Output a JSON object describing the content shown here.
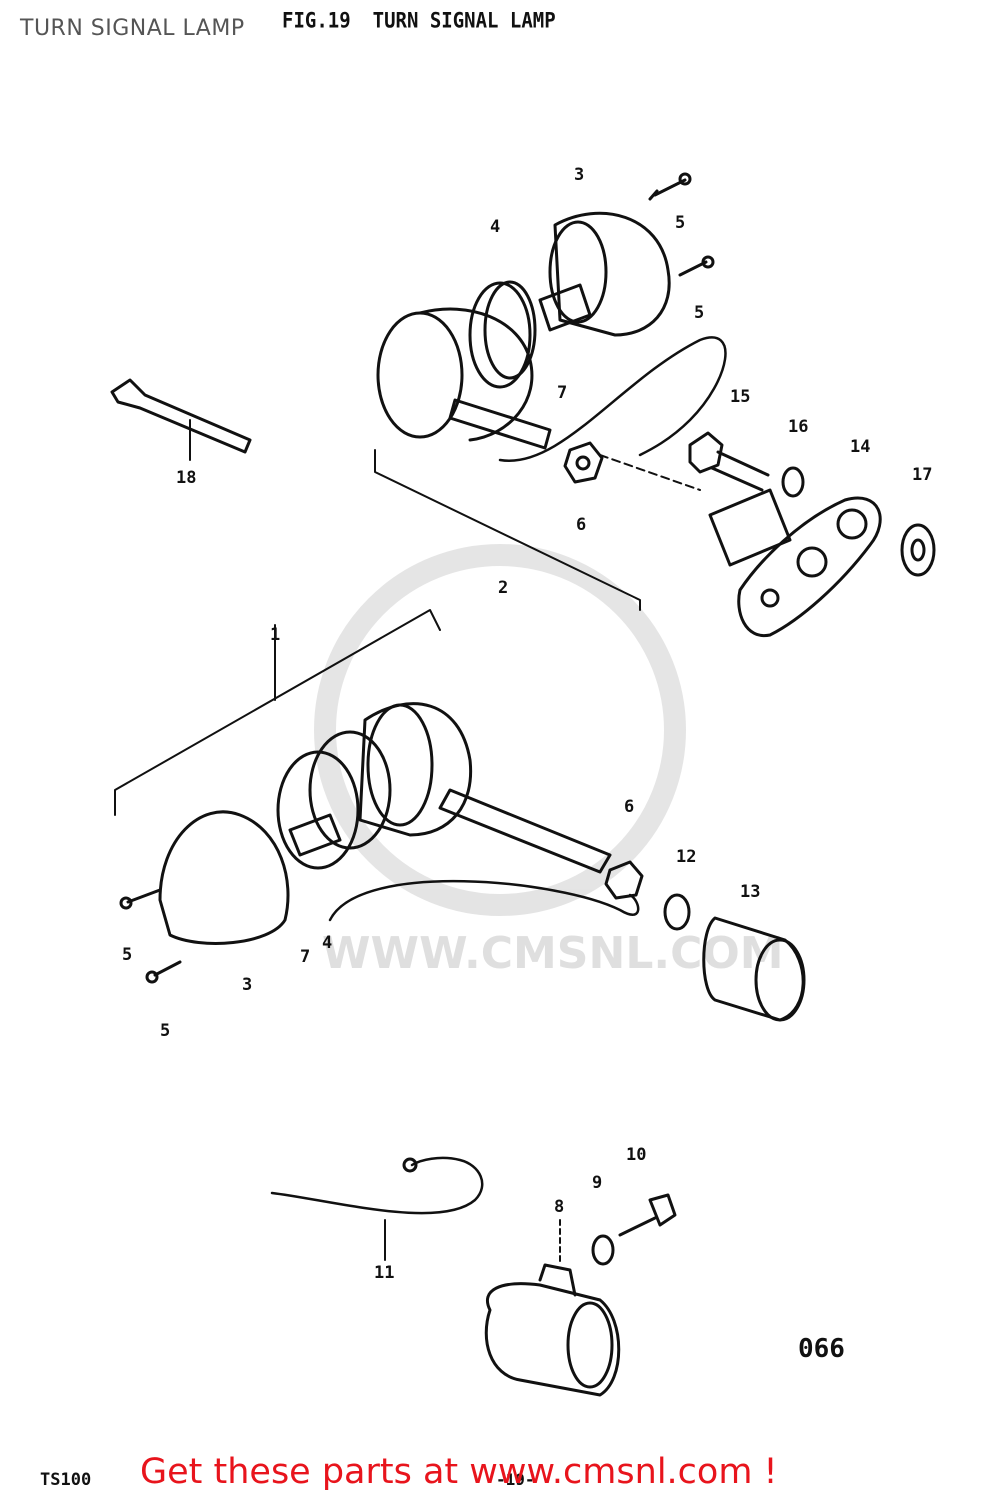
{
  "header": {
    "title": "TURN SIGNAL LAMP",
    "fig_label": "FIG.19",
    "fig_title": "TURN SIGNAL LAMP"
  },
  "watermark": {
    "text": "WWW.CMSNL.COM"
  },
  "callouts": {
    "c1": "1",
    "c2": "2",
    "c3a": "3",
    "c3b": "3",
    "c4a": "4",
    "c4b": "4",
    "c5a": "5",
    "c5b": "5",
    "c5c": "5",
    "c5d": "5",
    "c6a": "6",
    "c6b": "6",
    "c7a": "7",
    "c7b": "7",
    "c8": "8",
    "c9": "9",
    "c10": "10",
    "c11": "11",
    "c12": "12",
    "c13": "13",
    "c14": "14",
    "c15": "15",
    "c16": "16",
    "c17": "17",
    "c18": "18"
  },
  "footer": {
    "page_code": "066",
    "model": "TS100",
    "page_number": "-19-",
    "cta": "Get these parts at www.cmsnl.com !"
  },
  "colors": {
    "ink": "#111111",
    "cta": "#e8141c",
    "watermark": "#dcdcdc"
  }
}
